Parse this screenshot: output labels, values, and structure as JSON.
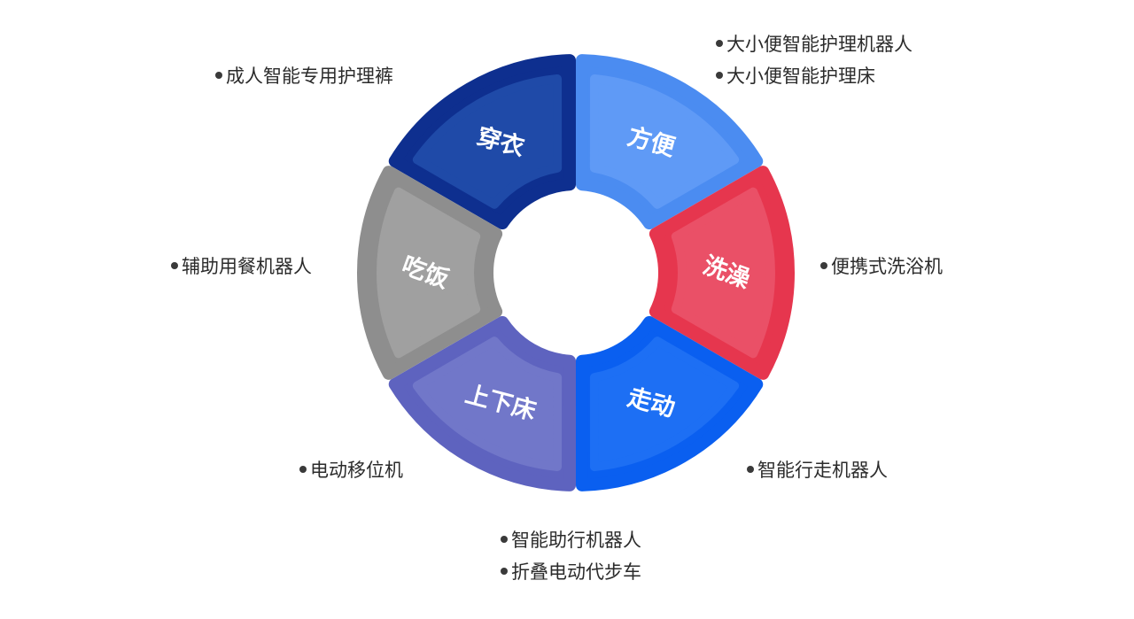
{
  "segments": [
    {
      "id": "chuanyi",
      "label": "穿衣",
      "outer_color": "#0e2f8f",
      "inner_color": "#1f4aa8"
    },
    {
      "id": "fangbian",
      "label": "方便",
      "outer_color": "#4b8cf1",
      "inner_color": "#5f9af6"
    },
    {
      "id": "xizao",
      "label": "洗澡",
      "outer_color": "#e6364e",
      "inner_color": "#ea5067"
    },
    {
      "id": "zoudong",
      "label": "走动",
      "outer_color": "#0a5ff0",
      "inner_color": "#1d6ff4"
    },
    {
      "id": "shangxiachuang",
      "label": "上下床",
      "outer_color": "#5e63bf",
      "inner_color": "#7177c9"
    },
    {
      "id": "chifan",
      "label": "吃饭",
      "outer_color": "#8e8e8e",
      "inner_color": "#a0a0a0"
    }
  ],
  "lists": {
    "chuanyi": [
      "成人智能专用护理裤"
    ],
    "fangbian": [
      "大小便智能护理机器人",
      "大小便智能护理床"
    ],
    "xizao": [
      "便携式洗浴机"
    ],
    "chifan": [
      "辅助用餐机器人"
    ],
    "zoudong": [
      "智能行走机器人"
    ],
    "shangxiachuang": [
      "电动移位机"
    ],
    "bottom": [
      "智能助行机器人",
      "折叠电动代步车"
    ]
  }
}
